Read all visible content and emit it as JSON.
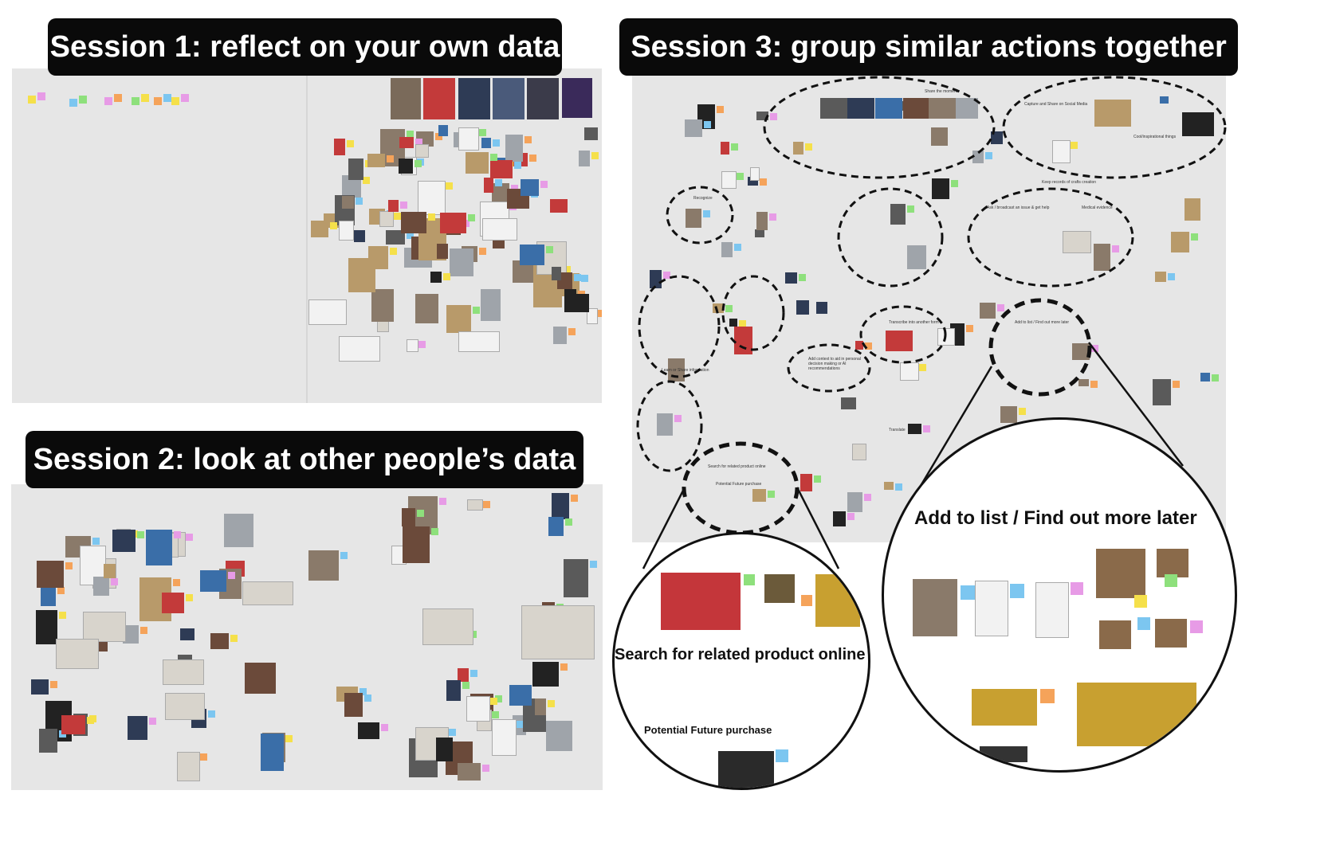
{
  "sessions": {
    "s1": {
      "label": "Session 1: reflect on your own data"
    },
    "s2": {
      "label": "Session 2: look at other people’s data"
    },
    "s3": {
      "label": "Session 3: group similar actions together"
    }
  },
  "zooms": {
    "left": {
      "title": "Search for related product online",
      "subtitle": "Potential Future purchase"
    },
    "right": {
      "title": "Add to list / Find out more later"
    }
  },
  "clusters": [
    {
      "label": "Share the moment"
    },
    {
      "label": "Capture and Share on Social Media"
    },
    {
      "label": "Cool/inspirational things"
    },
    {
      "label": "Keep records of crafts creation"
    },
    {
      "label": "Recognize"
    },
    {
      "label": "Ask / broadcast an issue & get help"
    },
    {
      "label": "Medical evidence"
    },
    {
      "label": "Learn or Share information"
    },
    {
      "label": "Transcribe into another form"
    },
    {
      "label": "Add context to aid in personal decision making or AI recommendations"
    },
    {
      "label": "Add to list / Find out more later"
    },
    {
      "label": "Search for related product online"
    },
    {
      "label": "Potential Future purchase"
    },
    {
      "label": "Translate"
    }
  ],
  "colors": {
    "sticky_yellow": "#f5e04a",
    "sticky_blue": "#7cc6f0",
    "sticky_pink": "#e79be6",
    "sticky_green": "#8ee07c",
    "sticky_orange": "#f5a35a",
    "panel_bg": "#e6e6e6",
    "label_bg": "#0a0a0a"
  }
}
